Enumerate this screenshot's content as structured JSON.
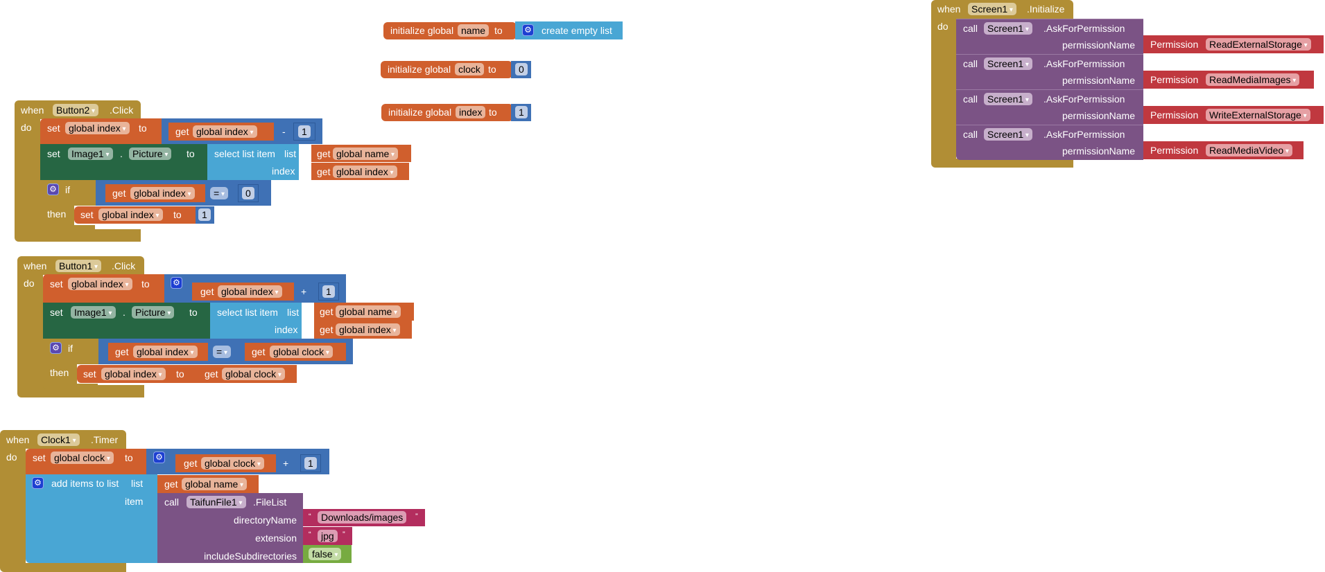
{
  "globals": [
    {
      "keyword": "initialize global",
      "var": "name",
      "to": "to",
      "value_block": "create empty list",
      "value_icon": "gear-icon"
    },
    {
      "keyword": "initialize global",
      "var": "clock",
      "to": "to",
      "value": "0"
    },
    {
      "keyword": "initialize global",
      "var": "index",
      "to": "to",
      "value": "1"
    }
  ],
  "kw": {
    "when": "when",
    "do": "do",
    "set": "set",
    "get": "get",
    "to": "to",
    "if": "if",
    "then": "then",
    "call": "call",
    "dot": ".",
    "select_list_item": "select list item",
    "list": "list",
    "index": "index",
    "add_items": "add items to list",
    "item": "item",
    "minus": "-",
    "plus": "+",
    "eq": "=",
    "lq": "“",
    "rq": "”"
  },
  "button2": {
    "component": "Button2",
    "event": ".Click",
    "set_var": "global index",
    "get_var": "global index",
    "op": "-",
    "num": "1",
    "img_comp": "Image1",
    "img_prop": "Picture",
    "list_var": "global name",
    "index_var": "global index",
    "if_var": "global index",
    "if_op": "=",
    "if_num": "0",
    "then_var": "global index",
    "then_num": "1"
  },
  "button1": {
    "component": "Button1",
    "event": ".Click",
    "set_var": "global index",
    "get_var": "global index",
    "op": "+",
    "num": "1",
    "img_comp": "Image1",
    "img_prop": "Picture",
    "list_var": "global name",
    "index_var": "global index",
    "if_var": "global index",
    "if_op": "=",
    "if_get": "global clock",
    "then_var": "global index",
    "then_get": "global clock"
  },
  "clock1": {
    "component": "Clock1",
    "event": ".Timer",
    "set_var": "global clock",
    "get_var": "global clock",
    "op": "+",
    "num": "1",
    "list_var": "global name",
    "file_comp": "TaifunFile1",
    "method": ".FileList",
    "params": [
      "directoryName",
      "extension",
      "includeSubdirectories"
    ],
    "directory": "Downloads/images",
    "extension": "jpg",
    "subdirs": "false"
  },
  "screen1": {
    "component": "Screen1",
    "event": ".Initialize",
    "method": ".AskForPermission",
    "param": "permissionName",
    "perm_label": "Permission",
    "calls": [
      {
        "component": "Screen1",
        "permission": "ReadExternalStorage"
      },
      {
        "component": "Screen1",
        "permission": "ReadMediaImages"
      },
      {
        "component": "Screen1",
        "permission": "WriteExternalStorage"
      },
      {
        "component": "Screen1",
        "permission": "ReadMediaVideo"
      }
    ]
  }
}
